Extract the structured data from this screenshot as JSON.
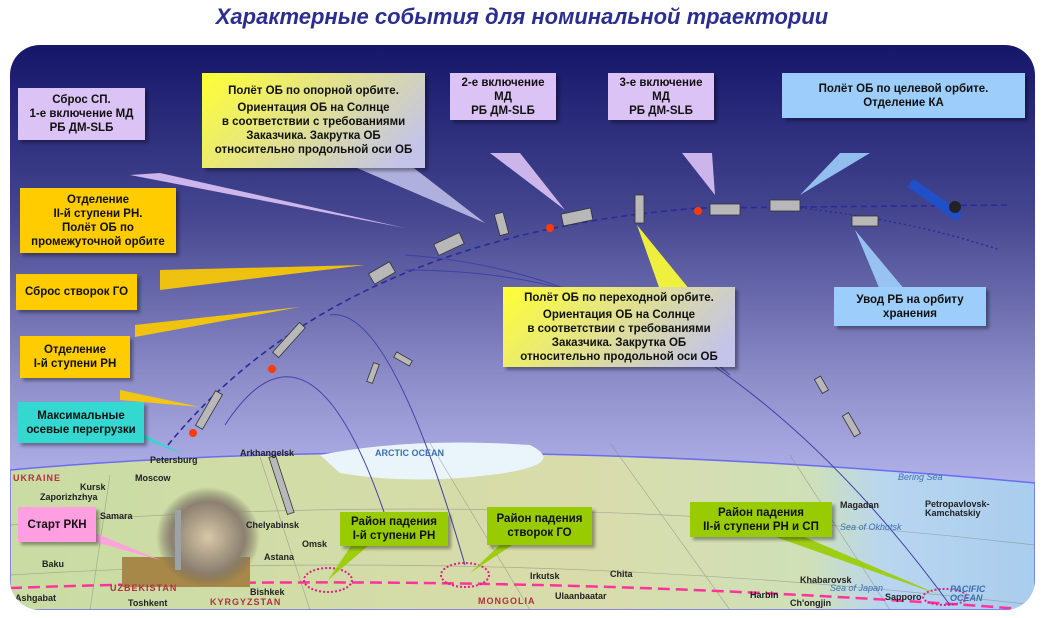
{
  "title": "Характерные события для номинальной траектории",
  "callouts": {
    "sp_drop": [
      "Сброс СП.",
      "1-е включение МД",
      "РБ ДМ-SLБ"
    ],
    "ref_orbit": {
      "head": "Полёт ОБ по опорной орбите.",
      "body": [
        "Ориентация ОБ на Солнце",
        "в соответствии с требованиями",
        "Заказчика. Закрутка ОБ",
        "относительно продольной оси ОБ"
      ]
    },
    "burn2": [
      "2-е включение МД",
      "РБ ДМ-SLБ"
    ],
    "burn3": [
      "3-е включение МД",
      "РБ ДМ-SLБ"
    ],
    "target_orbit": [
      "Полёт ОБ по целевой орбите.",
      "Отделение КА"
    ],
    "stage2_sep": [
      "Отделение",
      "II-й ступени РН.",
      "Полёт ОБ по",
      "промежуточной орбите"
    ],
    "fairing_drop": "Сброс створок ГО",
    "stage1_sep": [
      "Отделение",
      "I-й ступени РН"
    ],
    "max_load": [
      "Максимальные",
      "осевые перегрузки"
    ],
    "transfer_orbit": {
      "head": "Полёт ОБ по переходной орбите.",
      "body": [
        "Ориентация ОБ на Солнце",
        "в соответствии с требованиями",
        "Заказчика. Закрутка ОБ",
        "относительно продольной оси ОБ"
      ]
    },
    "storage_orbit": [
      "Увод РБ на орбиту",
      "хранения"
    ],
    "launch": "Старт РКН",
    "impact1": [
      "Район падения",
      "I-й ступени РН"
    ],
    "impact_fairing": [
      "Район падения",
      "створок ГО"
    ],
    "impact2": [
      "Район падения",
      "II-й ступени РН и СП"
    ]
  },
  "map": {
    "cities": [
      "Petersburg",
      "Arkhangelsk",
      "Moscow",
      "Kursk",
      "Zaporizhzhya",
      "Samara",
      "Chelyabinsk",
      "Omsk",
      "Astana",
      "Baku",
      "Ashgabat",
      "Toshkent",
      "Bishkek",
      "Irkutsk",
      "Chita",
      "Ulaanbaatar",
      "Harbin",
      "Khabarovsk",
      "Magadan",
      "Petropavlovsk-Kamchatskiy",
      "Sapporo",
      "Ch'ongjin"
    ],
    "seas": [
      "ARCTIC OCEAN",
      "PACIFIC OCEAN",
      "Bering Sea",
      "Sea of Okhotsk",
      "Sea of Japan"
    ],
    "countries": [
      "UKRAINE",
      "UZBEKISTAN",
      "KYRGYZSTAN",
      "MONGOLIA"
    ]
  },
  "colors": {
    "title": "#2b2e8f",
    "trajectory": "#2a2a9a",
    "ground_track": "#ff3399"
  }
}
